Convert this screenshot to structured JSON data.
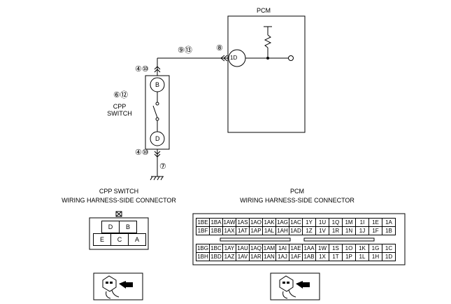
{
  "pcm": {
    "title": "PCM",
    "pin": "1D",
    "connector_title": [
      "PCM",
      "WIRING HARNESS-SIDE CONNECTOR"
    ],
    "rows_top": [
      [
        "1BE",
        "1BA",
        "1AW",
        "1AS",
        "1AO",
        "1AK",
        "1AG",
        "1AC",
        "1Y",
        "1U",
        "1Q",
        "1M",
        "1I",
        "1E",
        "1A"
      ],
      [
        "1BF",
        "1BB",
        "1AX",
        "1AT",
        "1AP",
        "1AL",
        "1AH",
        "1AD",
        "1Z",
        "1V",
        "1R",
        "1N",
        "1J",
        "1F",
        "1B"
      ]
    ],
    "rows_bottom": [
      [
        "1BG",
        "1BC",
        "1AY",
        "1AU",
        "1AQ",
        "1AM",
        "1AI",
        "1AE",
        "1AA",
        "1W",
        "1S",
        "1O",
        "1K",
        "1G",
        "1C"
      ],
      [
        "1BH",
        "1BD",
        "1AZ",
        "1AV",
        "1AR",
        "1AN",
        "1AJ",
        "1AF",
        "1AB",
        "1X",
        "1T",
        "1P",
        "1L",
        "1H",
        "1D"
      ]
    ]
  },
  "switch": {
    "name": [
      "CPP",
      "SWITCH"
    ],
    "ref": "⑥⑫",
    "terminal_b": "B",
    "terminal_d": "D",
    "connector_title": [
      "CPP SWITCH",
      "WIRING HARNESS-SIDE CONNECTOR"
    ],
    "cells_top": [
      "D",
      "B"
    ],
    "cells_bottom": [
      "E",
      "C",
      "A"
    ]
  },
  "refs": {
    "wire_top": "⑨⑬",
    "pcm_in": "⑧",
    "sw_top": "④⑩",
    "sw_bottom": "④⑩",
    "ground": "⑦"
  },
  "icons": [
    "connector-view-icon",
    "connector-view-icon"
  ]
}
